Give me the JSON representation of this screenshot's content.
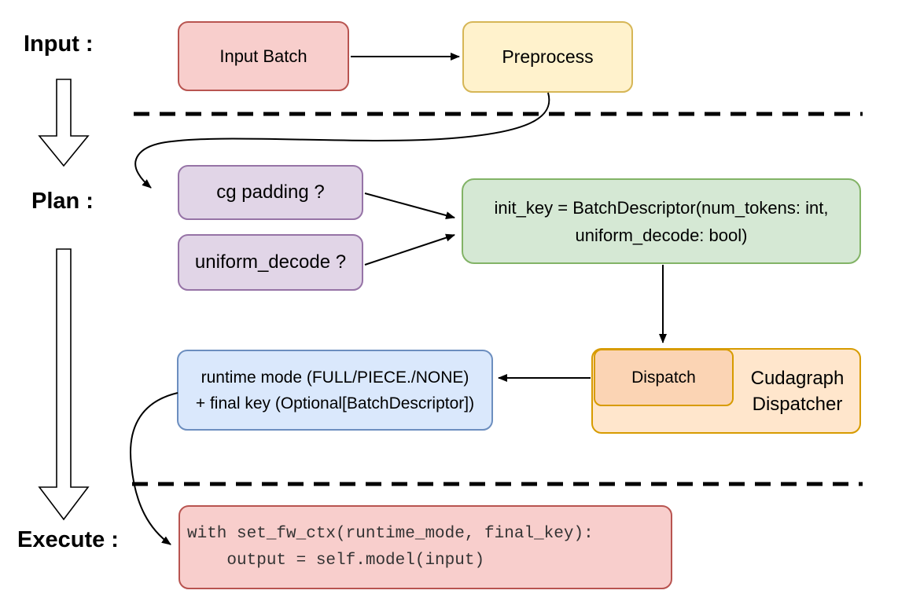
{
  "labels": {
    "input": "Input :",
    "plan": "Plan :",
    "execute": "Execute :"
  },
  "nodes": {
    "input_batch": {
      "label": "Input Batch"
    },
    "preprocess": {
      "label": "Preprocess"
    },
    "cg_padding": {
      "label": "cg padding ?"
    },
    "uniform_decode": {
      "label": "uniform_decode ?"
    },
    "init_key": {
      "line1": "init_key = BatchDescriptor(num_tokens: int,",
      "line2": "uniform_decode: bool)"
    },
    "dispatch": {
      "label": "Dispatch"
    },
    "dispatcher": {
      "line1": "Cudagraph",
      "line2": "Dispatcher"
    },
    "runtime": {
      "line1": "runtime mode (FULL/PIECE./NONE)",
      "line2": "+ final key (Optional[BatchDescriptor])"
    },
    "code": {
      "line1": "with set_fw_ctx(runtime_mode, final_key):",
      "line2": "    output = self.model(input)"
    }
  },
  "colors": {
    "red_fill": "#f8cecc",
    "red_stroke": "#b85450",
    "yellow_fill": "#fff2cc",
    "yellow_stroke": "#d6b656",
    "purple_fill": "#e1d5e7",
    "purple_stroke": "#9673a6",
    "green_fill": "#d5e8d4",
    "green_stroke": "#82b366",
    "orange_fill": "#ffe6cc",
    "orange_inner_fill": "#fbd4b4",
    "orange_stroke": "#d79b00",
    "blue_fill": "#dae8fc",
    "blue_stroke": "#6c8ebf",
    "connector": "#000000"
  }
}
